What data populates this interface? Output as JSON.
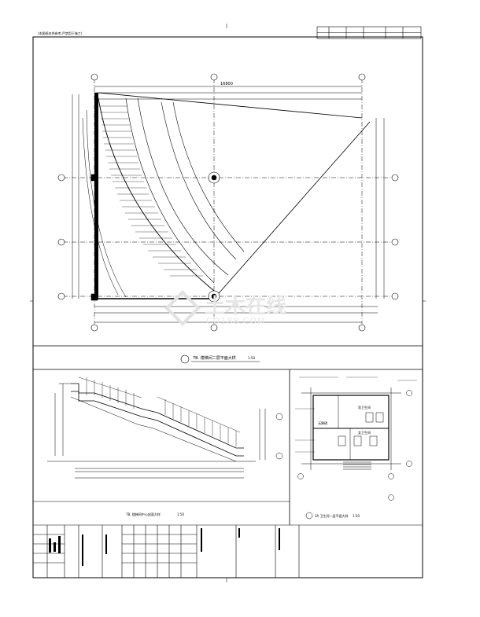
{
  "sheet": {
    "top_note": "(本图纸仅供参考,严禁用于施工)",
    "overall_dim": "16800",
    "plan_caption": "7B. 楼梯间二层平面大样",
    "plan_scale": "1:50",
    "section_caption": "7B. 楼梯间中心剖面大样",
    "section_scale": "1:50",
    "toilet_caption": "3A 卫生间一层平面大样",
    "toilet_scale": "1:50",
    "toilet_labels": {
      "male": "男卫生间",
      "female": "女卫生间",
      "accessible": "无障碍"
    },
    "watermark": "土木在线",
    "watermark_en": "CO188.COM"
  }
}
